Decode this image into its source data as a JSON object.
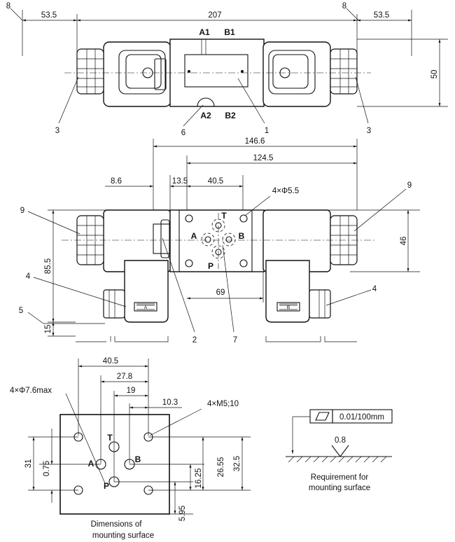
{
  "top_view": {
    "dims": {
      "left_gap": "8",
      "left_solenoid": "53.5",
      "overall": "207",
      "right_gap": "8",
      "right_solenoid": "53.5",
      "height": "50"
    },
    "ports": {
      "a1": "A1",
      "b1": "B1",
      "a2": "A2",
      "b2": "B2"
    },
    "callouts": {
      "left_connector": "3",
      "right_connector": "3",
      "port_plug": "6",
      "valve_body": "1"
    }
  },
  "front_view": {
    "dims": {
      "body_to_connector": "146.6",
      "body_length": "124.5",
      "offset": "8.6",
      "plate_offset": "13.5",
      "plate_width": "40.5",
      "hole_dia": "4×Φ5.5",
      "height": "46",
      "overall_height": "85.5",
      "connector_depth": "15",
      "center_span": "69"
    },
    "ports": {
      "t": "T",
      "a": "A",
      "b": "B",
      "p": "P"
    },
    "plugs": {
      "left": "A",
      "right": "B"
    },
    "callouts": {
      "left_top": "9",
      "right_top": "9",
      "left_plug": "4",
      "right_plug": "4",
      "left_screw": "5",
      "manual_override": "2",
      "seal": "7"
    }
  },
  "mounting": {
    "dims": {
      "w1": "40.5",
      "w2": "27.8",
      "w3": "19",
      "w4": "10.3",
      "h1": "31",
      "h2": "0.75",
      "h3": "16.25",
      "h4": "26.55",
      "h5": "32.5",
      "bottom": "5.95"
    },
    "holes": {
      "port_holes": "4×Φ7.6max",
      "screw_holes": "4×M5;10"
    },
    "ports": {
      "t": "T",
      "a": "A",
      "b": "B",
      "p": "P"
    },
    "caption_line1": "Dimensions of",
    "caption_line2": "mounting surface"
  },
  "surface": {
    "flatness": "0.01/100mm",
    "roughness": "0.8",
    "caption_line1": "Requirement for",
    "caption_line2": "mounting surface"
  }
}
